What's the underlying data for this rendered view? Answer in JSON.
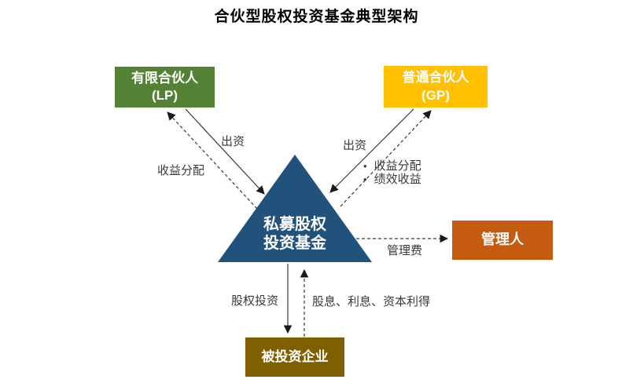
{
  "title": "合伙型股权投资基金典型架构",
  "colors": {
    "lp_green": "#548235",
    "gp_gold": "#FFC000",
    "fund_blue": "#21527C",
    "manager_orange": "#C55A11",
    "investee_olive": "#7F6000",
    "line": "#3a3a3a",
    "node_text": "#ffffff"
  },
  "nodes": {
    "lp": {
      "line1": "有限合伙人",
      "line2": "(LP)"
    },
    "gp": {
      "line1": "普通合伙人",
      "line2": "(GP)"
    },
    "fund": {
      "line1": "私募股权",
      "line2": "投资基金"
    },
    "manager": {
      "label": "管理人"
    },
    "investee": {
      "label": "被投资企业"
    }
  },
  "edges": {
    "lp_contribution": "出资",
    "lp_distribution": "收益分配",
    "gp_contribution": "出资",
    "gp_returns": [
      "收益分配",
      "绩效收益"
    ],
    "management_fee": "管理费",
    "equity_investment": "股权投资",
    "investment_returns": "股息、利息、资本利得"
  }
}
